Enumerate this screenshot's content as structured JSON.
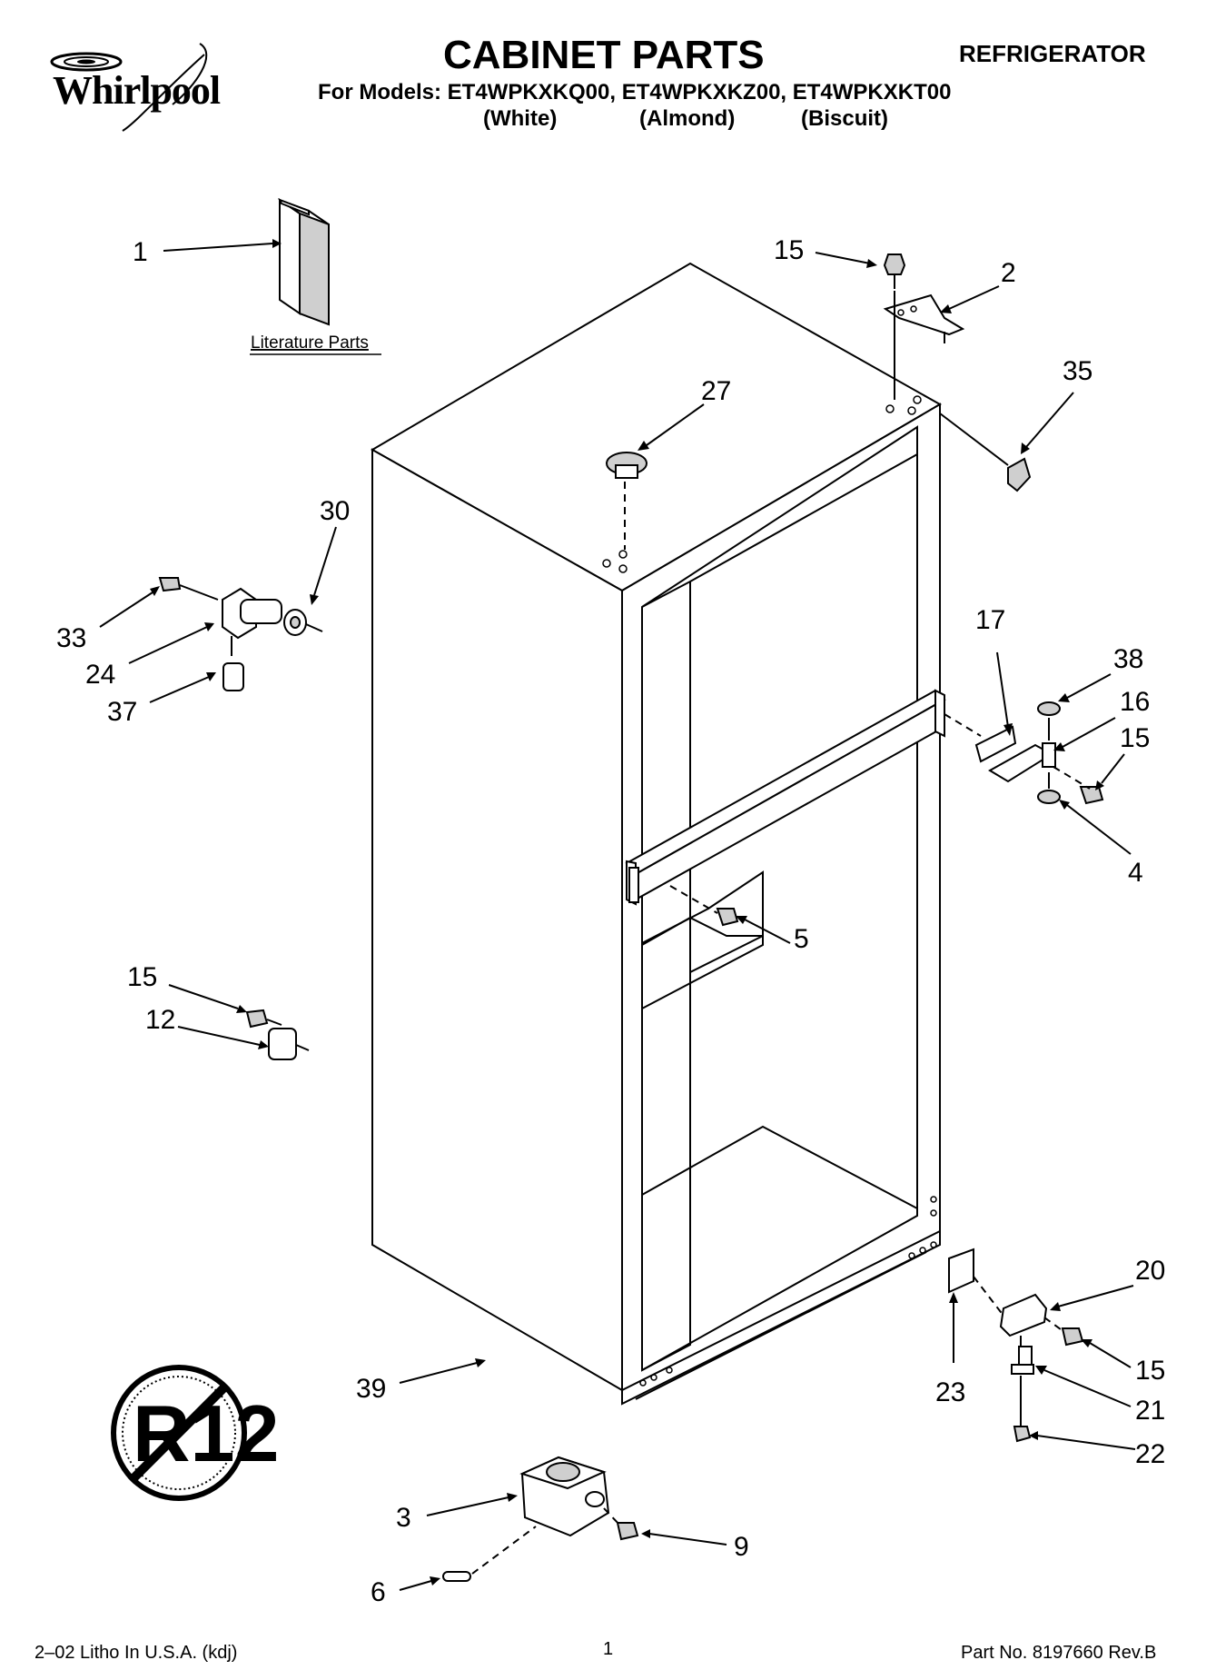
{
  "header": {
    "brand": "Whirlpool",
    "title": "CABINET PARTS",
    "category": "REFRIGERATOR",
    "models_line": "For Models: ET4WPKXKQ00, ET4WPKXKZ00, ET4WPKXKT00",
    "variants": [
      "(White)",
      "(Almond)",
      "(Biscuit)"
    ]
  },
  "diagram": {
    "literature_label": "Literature Parts",
    "r12_mark": "R12",
    "callouts": {
      "c1": "1",
      "c15_top": "15",
      "c2": "2",
      "c35": "35",
      "c27": "27",
      "c30": "30",
      "c33": "33",
      "c24": "24",
      "c37": "37",
      "c17": "17",
      "c38": "38",
      "c16": "16",
      "c15_mid": "15",
      "c4": "4",
      "c5": "5",
      "c15_left": "15",
      "c12": "12",
      "c20": "20",
      "c15_low": "15",
      "c23": "23",
      "c21": "21",
      "c22": "22",
      "c39": "39",
      "c3": "3",
      "c9": "9",
      "c6": "6"
    }
  },
  "footer": {
    "litho": "2–02 Litho In U.S.A. (kdj)",
    "page": "1",
    "part_no": "Part No. 8197660 Rev.B"
  }
}
